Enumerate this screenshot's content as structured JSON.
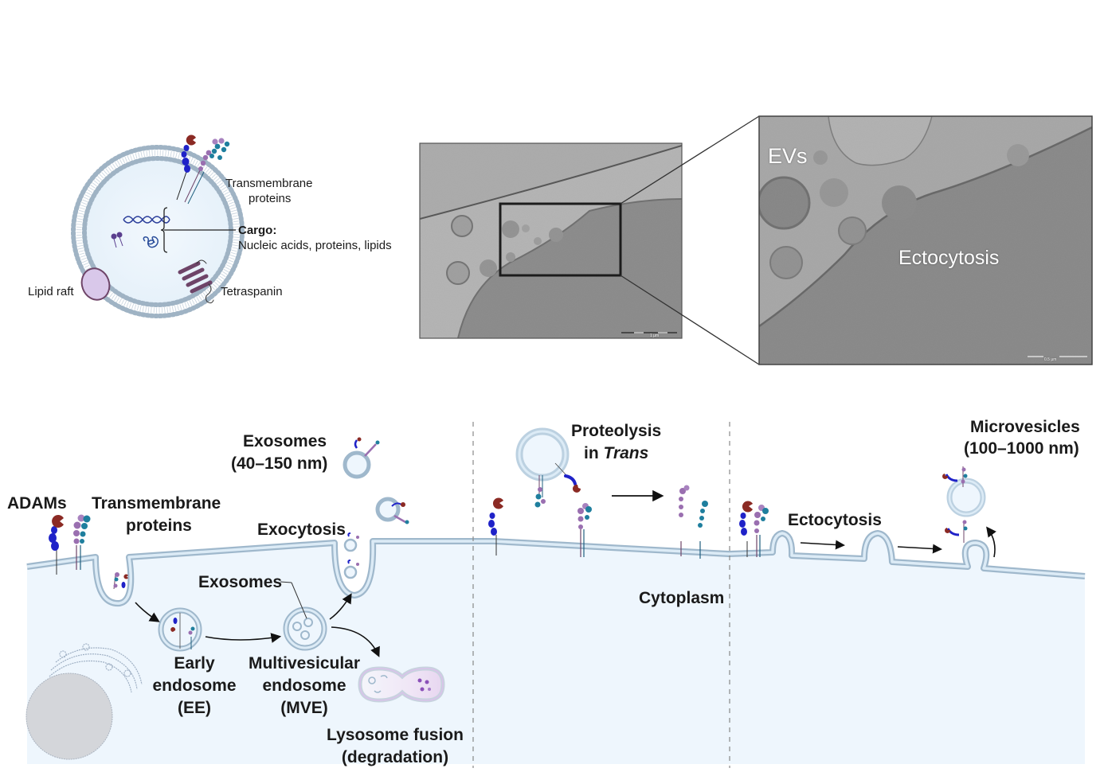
{
  "top_left_vesicle": {
    "transmembrane_label_line1": "Transmembrane",
    "transmembrane_label_line2": "proteins",
    "cargo_title": "Cargo:",
    "cargo_desc": "Nucleic acids, proteins, lipids",
    "lipid_raft_label": "Lipid raft",
    "tetraspanin_label": "Tetraspanin"
  },
  "micrographs": {
    "left_scale_bar": "1 µm",
    "right_scale_bar": "0.5 µm",
    "evs_label": "EVs",
    "ectocytosis_label": "Ectocytosis"
  },
  "pathway": {
    "adams_label": "ADAMs",
    "transmembrane_line1": "Transmembrane",
    "transmembrane_line2": "proteins",
    "exosomes_size_line1": "Exosomes",
    "exosomes_size_line2": "(40–150 nm)",
    "exocytosis_label": "Exocytosis",
    "exosomes_inner_label": "Exosomes",
    "early_endosome_line1": "Early",
    "early_endosome_line2": "endosome",
    "early_endosome_line3": "(EE)",
    "mve_line1": "Multivesicular",
    "mve_line2": "endosome",
    "mve_line3": "(MVE)",
    "lysosome_line1": "Lysosome fusion",
    "lysosome_line2": "(degradation)",
    "proteolysis_line1": "Proteolysis",
    "proteolysis_line2_prefix": "in ",
    "proteolysis_line2_italic": "Trans",
    "cytoplasm_label": "Cytoplasm",
    "ectocytosis_label": "Ectocytosis",
    "microvesicles_line1": "Microvesicles",
    "microvesicles_line2": "(100–1000 nm)"
  },
  "colors": {
    "cytoplasm": "#eef6fd",
    "membrane": "#b9d3e6",
    "membrane_edge": "#9fb8cc",
    "adam_blue": "#1f22c8",
    "adam_red": "#8b2a24",
    "tm_purple": "#9a6fb0",
    "tm_teal": "#1f7f9e",
    "tetraspanin": "#6e4468",
    "lipid_raft": "#d9c8ea",
    "nucleus": "#d4d6da"
  }
}
